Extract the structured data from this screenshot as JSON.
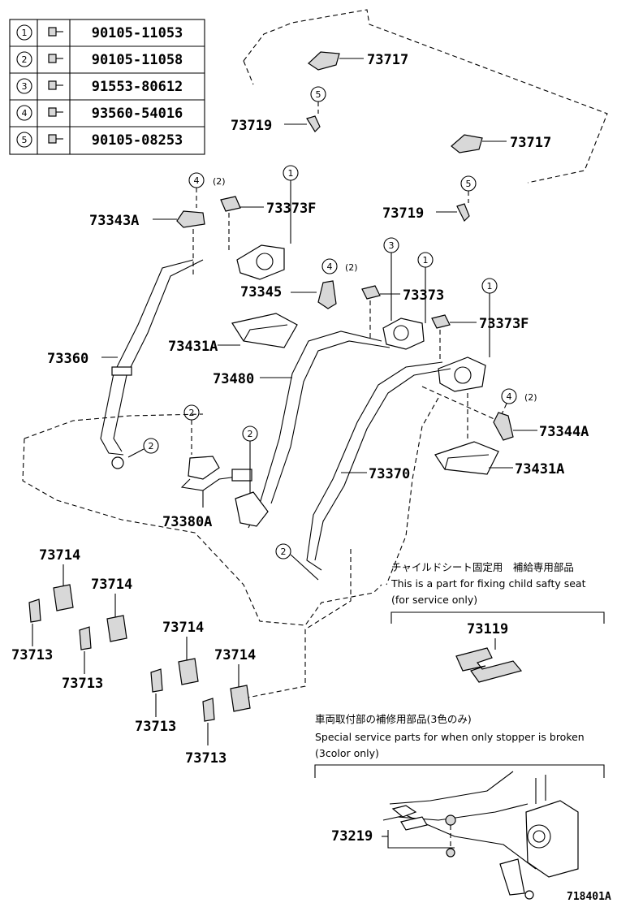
{
  "bolt_table": [
    {
      "ref": "1",
      "icon": "bolt-icon",
      "part_no": "90105-11053"
    },
    {
      "ref": "2",
      "icon": "bolt-icon",
      "part_no": "90105-11058"
    },
    {
      "ref": "3",
      "icon": "bolt-icon",
      "part_no": "91553-80612"
    },
    {
      "ref": "4",
      "icon": "bolt-icon",
      "part_no": "93560-54016"
    },
    {
      "ref": "5",
      "icon": "bolt-icon",
      "part_no": "90105-08253"
    }
  ],
  "labels": {
    "p73717_a": "73717",
    "p73717_b": "73717",
    "p73719_a": "73719",
    "p73719_b": "73719",
    "p73343a": "73343A",
    "p73373f_a": "73373F",
    "p73345": "73345",
    "p73373": "73373",
    "p73373f_b": "73373F",
    "p73431a_a": "73431A",
    "p73360": "73360",
    "p73480": "73480",
    "p73344a": "73344A",
    "p73431a_b": "73431A",
    "p73370": "73370",
    "p73380a": "73380A",
    "p73714_a": "73714",
    "p73714_b": "73714",
    "p73714_c": "73714",
    "p73714_d": "73714",
    "p73713_a": "73713",
    "p73713_b": "73713",
    "p73713_c": "73713",
    "p73713_d": "73713",
    "p73119": "73119",
    "p73219": "73219"
  },
  "callouts": {
    "c5_a": "5",
    "c5_b": "5",
    "c4_a": "4",
    "c4_a_qty": "(2)",
    "c1_a": "1",
    "c2_a": "2",
    "c3": "3",
    "c4_b": "4",
    "c4_b_qty": "(2)",
    "c1_b": "1",
    "c1_c": "1",
    "c4_c": "4",
    "c4_c_qty": "(2)",
    "c2_b": "2",
    "c2_c": "2",
    "c2_d": "2"
  },
  "notes": {
    "child_seat_jp": "チャイルドシート固定用　補給専用部品",
    "child_seat_en1": "This is a part for fixing child safty seat",
    "child_seat_en2": "(for service only)",
    "stopper_jp": "車両取付部の補修用部品(3色のみ)",
    "stopper_en1": "Special service parts for when only stopper is broken",
    "stopper_en2": "(3color only)"
  },
  "diagram_id": "718401A"
}
